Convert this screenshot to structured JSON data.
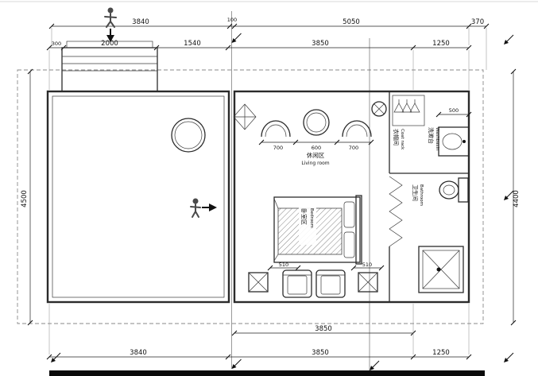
{
  "palette": {
    "wall": "#2b2b2b",
    "dimension": "#222222",
    "dashed_eave": "#8a8a8a",
    "marker": "#111111",
    "figure": "#4a4a4a"
  },
  "dimensions": {
    "top_row_outer": [
      "3840",
      "100",
      "5050",
      "370"
    ],
    "top_row_inner": [
      "300",
      "2000",
      "1540",
      "3850",
      "1250"
    ],
    "left_overall": "4500",
    "right_overall": "4400",
    "bottom_row_inner": [
      "3850"
    ],
    "bottom_row_outer": [
      "3840",
      "3850",
      "1250"
    ],
    "seating_widths": [
      "700",
      "600",
      "700"
    ],
    "bedside_widths": [
      "510",
      "510"
    ],
    "washbasin_width": "500"
  },
  "rooms": {
    "living": {
      "zh": "休闲区",
      "en": "Living room"
    },
    "bedroom": {
      "zh": "卧室区",
      "en": "Bedroom"
    },
    "coat_rack": {
      "zh": "衣帽间",
      "en": "Coat rack"
    },
    "washbasin": {
      "zh": "洗漱台",
      "en": "Washbasin"
    },
    "bathroom": {
      "zh": "卫生间",
      "en": "Bathroom"
    }
  },
  "icons": {
    "entrance_figure": "person-figure",
    "entrance_arrow": "arrow-down",
    "deck_figure": "person-figure",
    "deck_arrow": "arrow-right",
    "section_marker": "diagonal-arrow",
    "fan": "circle-cross",
    "hanger": "coat-hanger"
  }
}
